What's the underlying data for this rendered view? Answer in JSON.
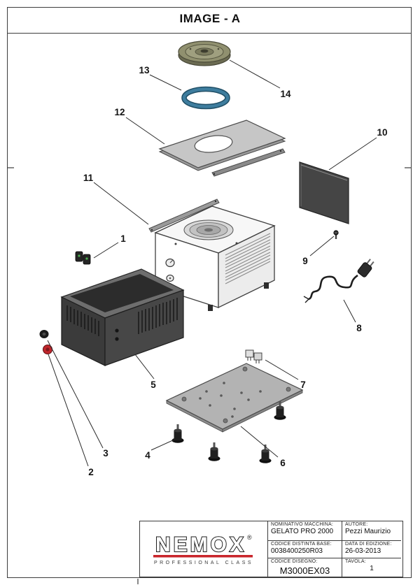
{
  "page": {
    "title": "IMAGE - A"
  },
  "colors": {
    "accent_red": "#c9252b",
    "gasket_blue": "#3e7d9e",
    "knob_red": "#c0262c"
  },
  "parts": {
    "p1": "1",
    "p2": "2",
    "p3": "3",
    "p4": "4",
    "p5": "5",
    "p6": "6",
    "p7": "7",
    "p8": "8",
    "p9": "9",
    "p10": "10",
    "p11": "11",
    "p12": "12",
    "p13": "13",
    "p14": "14"
  },
  "title_block": {
    "logo_text": "NEMOX",
    "logo_reg": "®",
    "logo_subtitle": "PROFESSIONAL CLASS",
    "machine_label": "NOMINATIVO MACCHINA:",
    "machine_value": "GELATO PRO 2000",
    "author_label": "AUTORE:",
    "author_value": "Pezzi Maurizio",
    "bom_label": "CODICE DISTINTA BASE:",
    "bom_value": "0038400250R03",
    "edition_label": "DATA DI EDIZIONE:",
    "edition_value": "26-03-2013",
    "drawing_label": "CODICE DISEGNO:",
    "drawing_value": "M3000EX03",
    "sheet_label": "TAVOLA:",
    "sheet_value": "1"
  }
}
